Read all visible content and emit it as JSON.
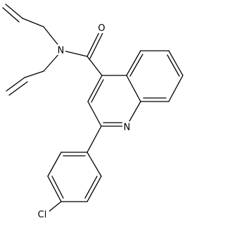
{
  "molecule": {
    "atoms": {
      "oxygen": "O",
      "amide_nitrogen": "N",
      "ring_nitrogen": "N",
      "chlorine": "Cl"
    },
    "colors": {
      "bonds": "#000000",
      "labels": "#000000",
      "background": "#ffffff"
    }
  }
}
